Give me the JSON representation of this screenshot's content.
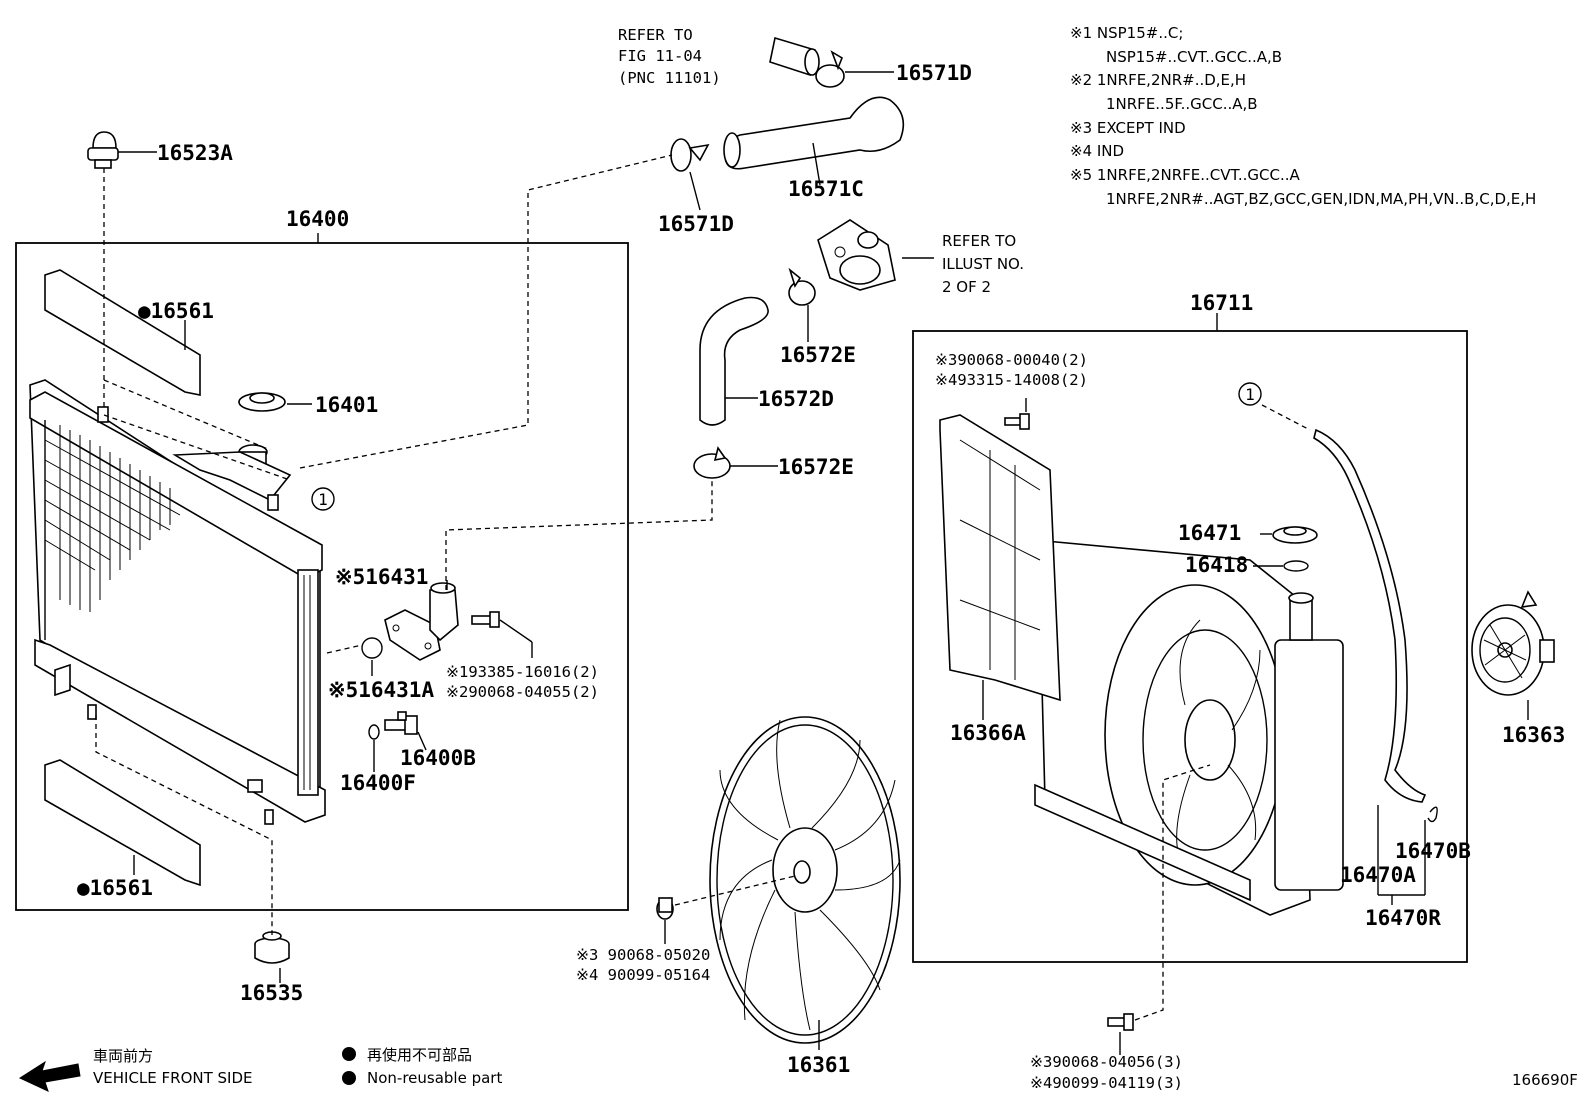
{
  "diagram_number": "166690F",
  "legend_notes": {
    "n1": "※1 NSP15#..C;",
    "n1b": "NSP15#..CVT..GCC..A,B",
    "n2": "※2 1NRFE,2NR#..D,E,H",
    "n2b": "1NRFE..5F..GCC..A,B",
    "n3": "※3 EXCEPT IND",
    "n4": "※4 IND",
    "n5": "※5 1NRFE,2NRFE..CVT..GCC..A",
    "n5b": "1NRFE,2NR#..AGT,BZ,GCC,GEN,IDN,MA,PH,VN..B,C,D,E,H"
  },
  "references": {
    "fig_line1": "REFER TO",
    "fig_line2": "FIG 11-04",
    "fig_line3": "(PNC 11101)",
    "illust_line1": "REFER TO",
    "illust_line2": "ILLUST NO.",
    "illust_line3": "2 OF 2"
  },
  "parts": {
    "p16523A": "16523A",
    "p16400": "16400",
    "p16561_top": "●16561",
    "p16401": "16401",
    "p16561_bottom": "●16561",
    "p16535": "16535",
    "p16431": "※516431",
    "p16431A": "※516431A",
    "p16400B": "16400B",
    "p16400F": "16400F",
    "bolt_a1": "※193385-16016(2)",
    "bolt_a2": "※290068-04055(2)",
    "p16571D_top": "16571D",
    "p16571C": "16571C",
    "p16571D_left": "16571D",
    "p16572E_top": "16572E",
    "p16572D": "16572D",
    "p16572E_bottom": "16572E",
    "p16711": "16711",
    "bolt_b1": "※390068-00040(2)",
    "bolt_b2": "※493315-14008(2)",
    "p16471": "16471",
    "p16418": "16418",
    "p16366A": "16366A",
    "p16363": "16363",
    "p16470A": "16470A",
    "p16470B": "16470B",
    "p16470R": "16470R",
    "p16361": "16361",
    "nut1": "※3 90068-05020",
    "nut2": "※4 90099-05164",
    "bolt_c1": "※390068-04056(3)",
    "bolt_c2": "※490099-04119(3)",
    "circle_ref": "1"
  },
  "footer": {
    "front_jp": "車両前方",
    "front_en": "VEHICLE FRONT SIDE",
    "nonreuse_jp": "再使用不可部品",
    "nonreuse_en": "Non-reusable part"
  }
}
